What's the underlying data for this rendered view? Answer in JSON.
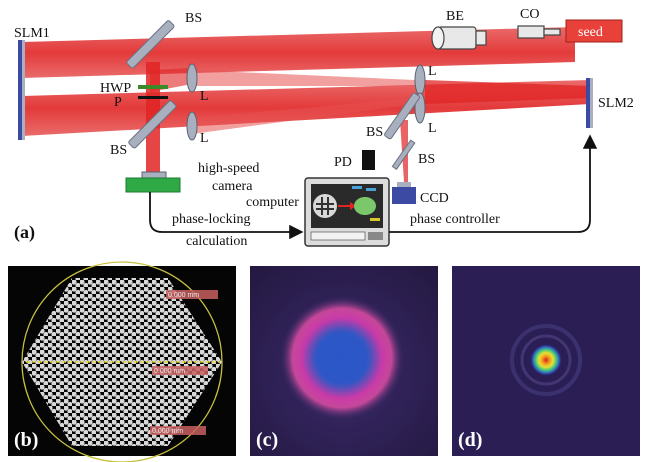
{
  "diagram": {
    "labels": {
      "slm1": "SLM1",
      "slm2": "SLM2",
      "bs_top": "BS",
      "bs_left": "BS",
      "bs_mid": "BS",
      "bs_ccd": "BS",
      "be": "BE",
      "co": "CO",
      "seed": "seed",
      "hwp": "HWP",
      "p": "P",
      "l_left_top": "L",
      "l_left_bottom": "L",
      "l_right_top": "L",
      "l_right_bottom": "L",
      "pd": "PD",
      "ccd": "CCD",
      "high_speed": "high-speed",
      "camera": "camera",
      "computer": "computer",
      "phase_locking": "phase-locking",
      "calculation": "calculation",
      "phase_controller": "phase controller",
      "panel_a": "(a)"
    },
    "colors": {
      "beam": "#e02424",
      "seed_box": "#e8413a",
      "camera": "#2fa846",
      "ccd": "#3c4aa3",
      "optic": "#a8b0c0"
    }
  },
  "panels": {
    "b": {
      "label": "(b)",
      "scale_top": "0.000 mm",
      "scale_mid": "0.000 mm",
      "scale_bottom": "0.000 mm"
    },
    "c": {
      "label": "(c)"
    },
    "d": {
      "label": "(d)"
    }
  }
}
